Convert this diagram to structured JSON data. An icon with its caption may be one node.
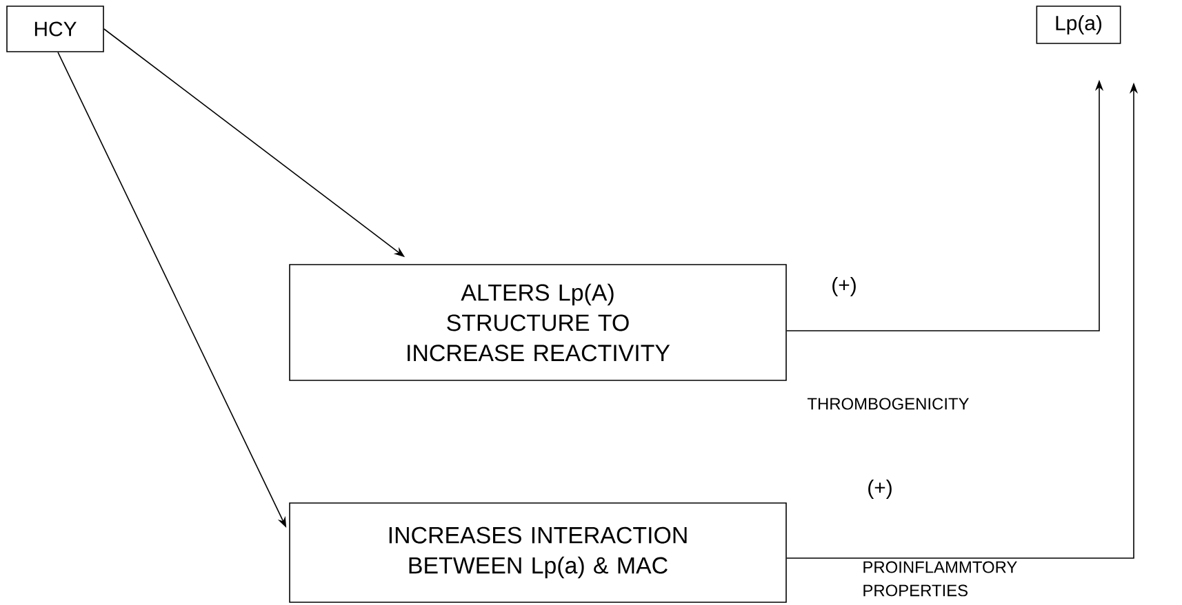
{
  "diagram": {
    "nodes": [
      {
        "text": [
          "HCY"
        ]
      },
      {
        "text": [
          "Lp(a)"
        ]
      },
      {
        "text": [
          "ALTERS Lp(A) STRUCTURE  TO INCREASE REACTIVITY"
        ]
      },
      {
        "text": [
          "INCREASES INTERACTION BETWEEN Lp(a) & MAC"
        ]
      }
    ],
    "edges": [
      {
        "from": 0,
        "to": 2,
        "arrow": "to"
      },
      {
        "from": 0,
        "to": 3,
        "arrow": "to"
      },
      {
        "from": 2,
        "to": 1,
        "arrow": "to"
      },
      {
        "from": 3,
        "to": 1,
        "arrow": "to"
      }
    ],
    "labels": [
      "(+)",
      "THROMBOGENICITY",
      "(+)",
      "PROINFLAMMTORY PROPERTIES"
    ]
  }
}
